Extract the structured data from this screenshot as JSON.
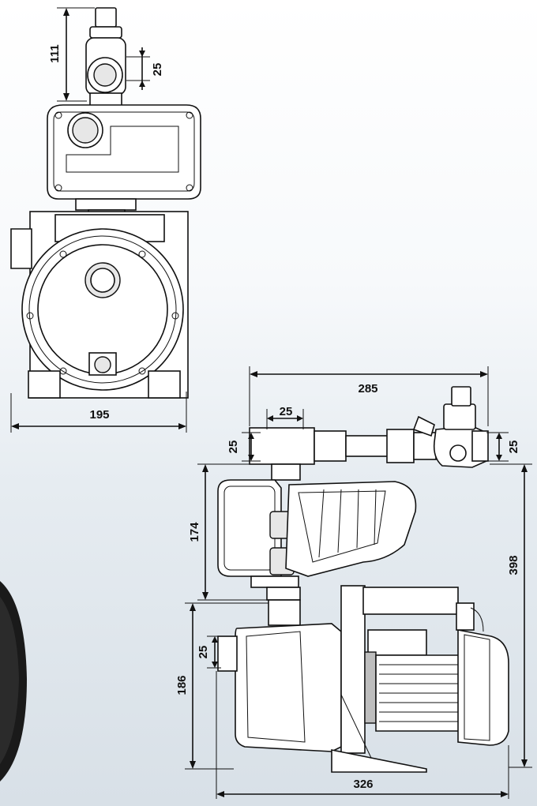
{
  "dimensions": {
    "front_inlet_height": "111",
    "front_fitting": "25",
    "front_width": "195",
    "side_total_width": "285",
    "side_pipe_left": "25",
    "side_pipe_height_left": "25",
    "side_pipe_height_right": "25",
    "side_controller_height": "174",
    "side_total_height": "398",
    "side_inlet": "25",
    "side_base_height": "186",
    "side_length": "326"
  },
  "colors": {
    "line": "#111111",
    "background_top": "#ffffff",
    "background_bottom": "#d8e0e7",
    "motor_fill": "#ececec"
  }
}
